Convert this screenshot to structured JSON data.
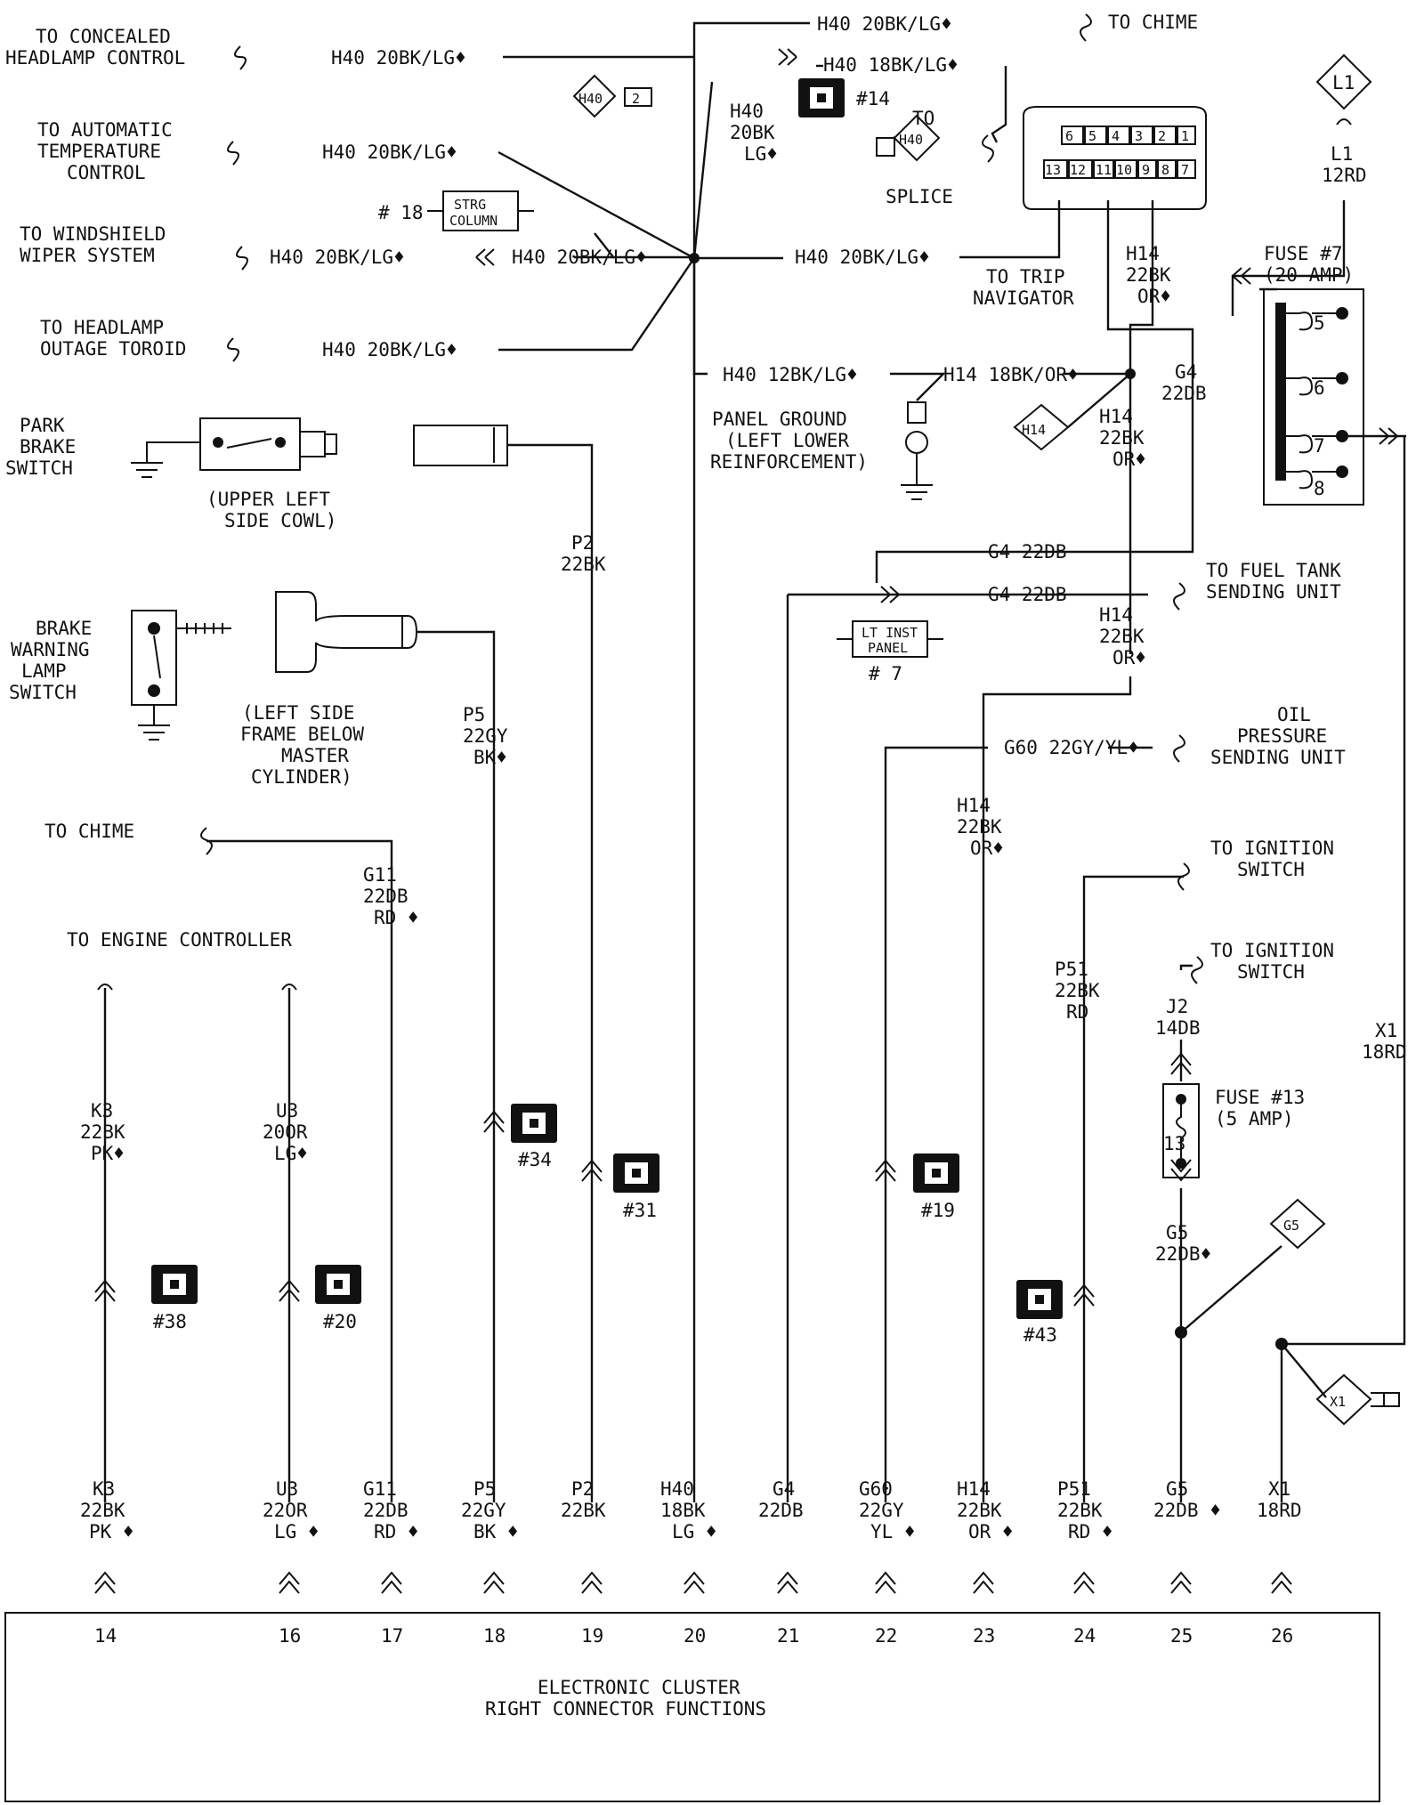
{
  "title": {
    "line1": "ELECTRONIC CLUSTER",
    "line2": "RIGHT CONNECTOR FUNCTIONS"
  },
  "connector": {
    "pins": [
      {
        "num": "14",
        "circuit": "K3",
        "gauge_color": "22BK",
        "tracer": "PK ♦"
      },
      {
        "num": "16",
        "circuit": "U3",
        "gauge_color": "22OR",
        "tracer": "LG ♦"
      },
      {
        "num": "17",
        "circuit": "G11",
        "gauge_color": "22DB",
        "tracer": "RD ♦"
      },
      {
        "num": "18",
        "circuit": "P5",
        "gauge_color": "22GY",
        "tracer": "BK ♦"
      },
      {
        "num": "19",
        "circuit": "P2",
        "gauge_color": "22BK",
        "tracer": ""
      },
      {
        "num": "20",
        "circuit": "H40",
        "gauge_color": "18BK",
        "tracer": "LG ♦"
      },
      {
        "num": "21",
        "circuit": "G4",
        "gauge_color": "22DB",
        "tracer": ""
      },
      {
        "num": "22",
        "circuit": "G60",
        "gauge_color": "22GY",
        "tracer": "YL ♦"
      },
      {
        "num": "23",
        "circuit": "H14",
        "gauge_color": "22BK",
        "tracer": "OR ♦"
      },
      {
        "num": "24",
        "circuit": "P51",
        "gauge_color": "22BK",
        "tracer": "RD ♦"
      },
      {
        "num": "25",
        "circuit": "G5",
        "gauge_color": "22DB ♦",
        "tracer": ""
      },
      {
        "num": "26",
        "circuit": "X1",
        "gauge_color": "18RD",
        "tracer": ""
      }
    ]
  },
  "destinations": {
    "concealed_headlamp": [
      "TO CONCEALED",
      "HEADLAMP CONTROL"
    ],
    "auto_temp": [
      "TO AUTOMATIC",
      "TEMPERATURE",
      "CONTROL"
    ],
    "wiper": [
      "TO WINDSHIELD",
      "WIPER SYSTEM"
    ],
    "headlamp_outage": [
      "TO HEADLAMP",
      "OUTAGE TOROID"
    ],
    "chime_top": "TO CHIME",
    "chime_left": "TO CHIME",
    "trip_navigator": [
      "TO TRIP",
      "NAVIGATOR"
    ],
    "fuel_tank": [
      "TO FUEL TANK",
      "SENDING UNIT"
    ],
    "oil_pressure": [
      "OIL",
      "PRESSURE",
      "SENDING UNIT"
    ],
    "ignition_1": [
      "TO IGNITION",
      "SWITCH"
    ],
    "ignition_2": [
      "TO IGNITION",
      "SWITCH"
    ],
    "engine_controller": "TO ENGINE CONTROLLER",
    "splice_to": "TO",
    "splice_label": "SPLICE"
  },
  "components": {
    "park_brake": [
      "PARK",
      "BRAKE",
      "SWITCH"
    ],
    "park_brake_loc": [
      "(UPPER LEFT",
      "SIDE COWL)"
    ],
    "brake_warning": [
      "BRAKE",
      "WARNING",
      "LAMP",
      "SWITCH"
    ],
    "brake_warning_loc": [
      "(LEFT SIDE",
      "FRAME BELOW",
      "MASTER",
      "CYLINDER)"
    ],
    "panel_ground": [
      "PANEL GROUND",
      "(LEFT LOWER",
      "REINFORCEMENT)"
    ],
    "fuse7": [
      "FUSE #7",
      "(20 AMP)"
    ],
    "fuse7_slots": [
      "5",
      "6",
      "7",
      "8"
    ],
    "fuse13": [
      "FUSE #13",
      "(5 AMP)"
    ],
    "fuse13_num": "13",
    "strg_column": [
      "STRG",
      "COLUMN"
    ],
    "strg_ref": "# 18",
    "lt_inst_panel": [
      "LT INST",
      "PANEL"
    ],
    "lt_inst_ref": "# 7",
    "trip_nav_pins_top": [
      "6",
      "5",
      "4",
      "3",
      "2",
      "1"
    ],
    "trip_nav_pins_bottom": [
      "13",
      "12",
      "11",
      "10",
      "9",
      "8",
      "7"
    ]
  },
  "splices": {
    "h40": "H40",
    "h40_num": "2",
    "h14": "H14",
    "l1": "L1",
    "g5": "G5",
    "x1": "X1",
    "h40_small": "H40"
  },
  "connector_refs": [
    "#14",
    "#34",
    "#31",
    "#19",
    "#38",
    "#20",
    "#43"
  ],
  "wires": {
    "h40_concealed": "H40 20BK/LG♦",
    "h40_chime": "H40 20BK/LG♦",
    "h40_18": "H40 18BK/LG♦",
    "h40_auto": "H40 20BK/LG♦",
    "h40_wiper_a": "H40 20BK/LG♦",
    "h40_wiper_b": "H40 20BK/LG♦",
    "h40_trip": "H40 20BK/LG♦",
    "h40_outage": "H40 20BK/LG♦",
    "h40_20bk": [
      "H40",
      "20BK",
      "LG♦"
    ],
    "h40_12": "H40 12BK/LG♦",
    "h14_18": "H14 18BK/OR♦",
    "l1": [
      "L1",
      "12RD"
    ],
    "h14_trip": [
      "H14",
      "22BK",
      "OR♦"
    ],
    "h14_splice": [
      "H14",
      "22BK",
      "OR♦"
    ],
    "g4": [
      "G4",
      "22DB"
    ],
    "g4_a": "G4 22DB",
    "g4_b": "G4 22DB",
    "h14_mid": [
      "H14",
      "22BK",
      "OR♦"
    ],
    "g60": "G60 22GY/YL♦",
    "h14_low": [
      "H14",
      "22BK",
      "OR♦"
    ],
    "p2": [
      "P2",
      "22BK"
    ],
    "p5": [
      "P5",
      "22GY",
      "BK♦"
    ],
    "g11": [
      "G11",
      "22DB",
      "RD ♦"
    ],
    "k3": [
      "K3",
      "22BK",
      "PK♦"
    ],
    "u3": [
      "U3",
      "20OR",
      "LG♦"
    ],
    "p51": [
      "P51",
      "22BK",
      "RD"
    ],
    "j2": [
      "J2",
      "14DB"
    ],
    "g5": [
      "G5",
      "22DB♦"
    ],
    "x1": [
      "X1",
      "18RD"
    ]
  }
}
